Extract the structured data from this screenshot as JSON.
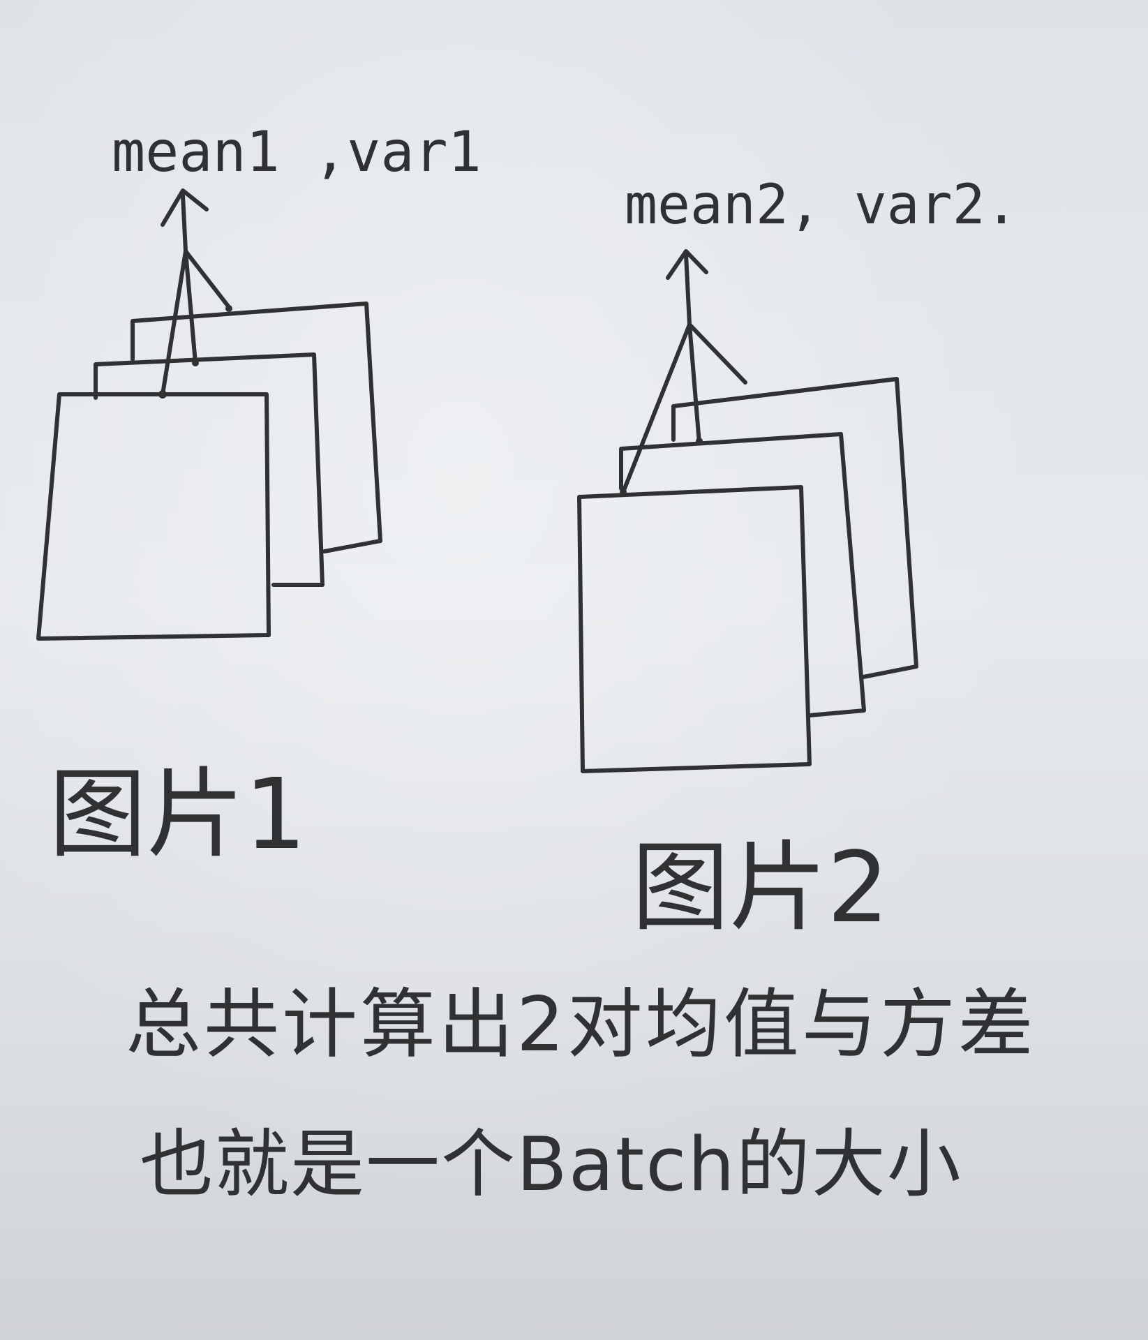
{
  "figure1": {
    "label": "mean1 ,var1",
    "caption": "图片1"
  },
  "figure2": {
    "label": "mean2, var2.",
    "caption": "图片2"
  },
  "note": {
    "line1": "总共计算出2对均值与方差",
    "line2": "也就是一个Batch的大小"
  },
  "colors": {
    "ink": "#2f3133",
    "paper": "#e3e6ea"
  }
}
